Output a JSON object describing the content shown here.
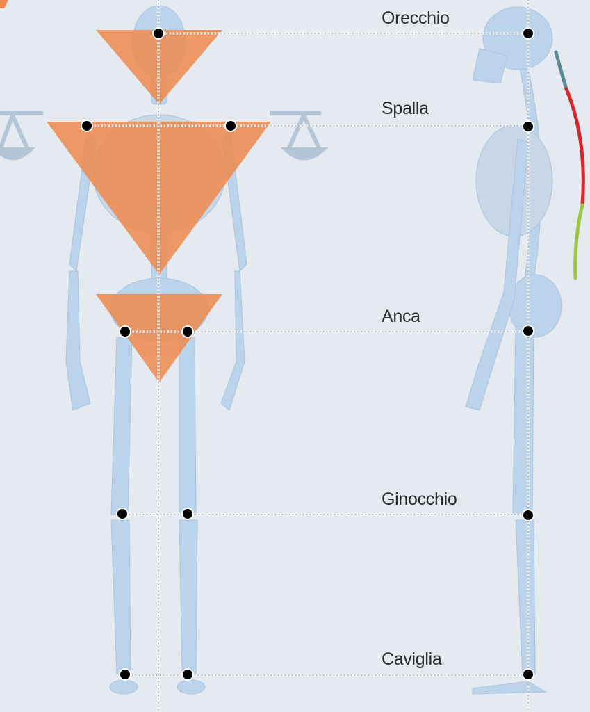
{
  "labels": {
    "ear": "Orecchio",
    "shoulder": "Spalla",
    "hip": "Anca",
    "knee": "Ginocchio",
    "ankle": "Caviglia"
  },
  "colors": {
    "background": "#e4eaf0",
    "triangle": "#ef8a4c",
    "bone": "#bcd3ec",
    "scale": "#b3c6d6",
    "spine_cervical": "#5f8a93",
    "spine_thoracic": "#d9262b",
    "spine_lumbar": "#9cc63c"
  }
}
